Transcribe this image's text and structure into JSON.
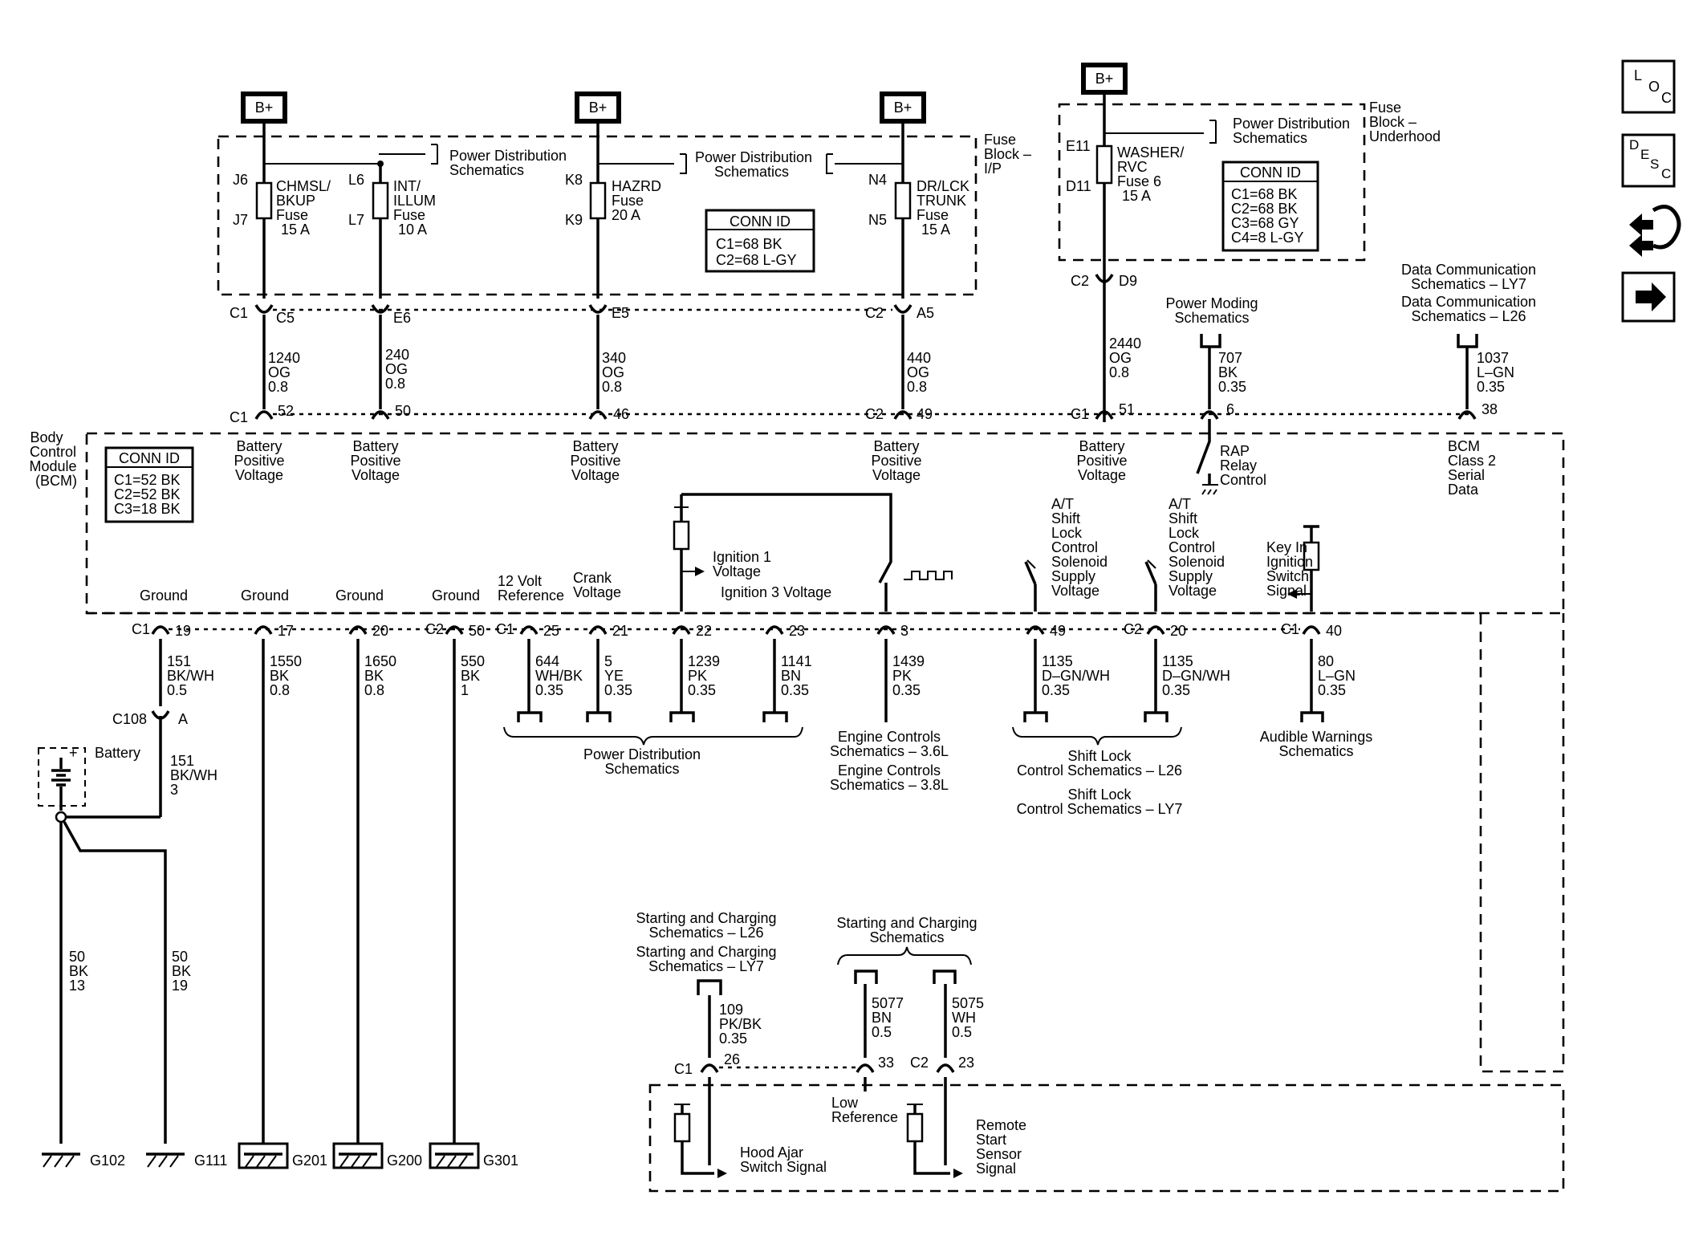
{
  "diagram": {
    "bplus": "B+",
    "fuse_block_ip": [
      "Fuse",
      "Block –",
      "I/P"
    ],
    "fuse_block_uh": [
      "Fuse",
      "Block –",
      "Underhood"
    ],
    "pds": [
      "Power Distribution",
      "Schematics"
    ],
    "conn_id_title": "CONN ID",
    "conn_ip": [
      "C1=68 BK",
      "C2=68 L-GY"
    ],
    "conn_uh": [
      "C1=68 BK",
      "C2=68 BK",
      "C3=68 GY",
      "C4=8 L-GY"
    ],
    "conn_bcm": [
      "C1=52 BK",
      "C2=52 BK",
      "C3=18 BK"
    ],
    "bcm_label": [
      "Body",
      "Control",
      "Module",
      "(BCM)"
    ],
    "fuses": [
      {
        "top": "J6",
        "bot": "J7",
        "name": [
          "CHMSL/",
          "BKUP",
          "Fuse",
          "15 A"
        ]
      },
      {
        "top": "L6",
        "bot": "L7",
        "name": [
          "INT/",
          "ILLUM",
          "Fuse",
          "10 A"
        ]
      },
      {
        "top": "K8",
        "bot": "K9",
        "name": [
          "HAZRD",
          "Fuse",
          "20 A"
        ]
      },
      {
        "top": "N4",
        "bot": "N5",
        "name": [
          "DR/LCK",
          "TRUNK",
          "Fuse",
          "15 A"
        ]
      },
      {
        "top": "E11",
        "bot": "D11",
        "name": [
          "WASHER/",
          "RVC",
          "Fuse 6",
          "15 A"
        ]
      }
    ],
    "fuse_conn": [
      {
        "conn": "C1",
        "pin": "C5"
      },
      {
        "conn": "",
        "pin": "E6"
      },
      {
        "conn": "",
        "pin": "E5"
      },
      {
        "conn": "C2",
        "pin": "A5"
      },
      {
        "conn": "C2",
        "pin": "D9"
      }
    ],
    "supply_wires": [
      [
        "1240",
        "OG",
        "0.8"
      ],
      [
        "240",
        "OG",
        "0.8"
      ],
      [
        "340",
        "OG",
        "0.8"
      ],
      [
        "440",
        "OG",
        "0.8"
      ],
      [
        "2440",
        "OG",
        "0.8"
      ]
    ],
    "bcm_top_pins": [
      {
        "conn": "C1",
        "pin": "52"
      },
      {
        "conn": "",
        "pin": "50"
      },
      {
        "conn": "",
        "pin": "46"
      },
      {
        "conn": "C2",
        "pin": "49"
      },
      {
        "conn": "C1",
        "pin": "51"
      },
      {
        "conn": "",
        "pin": "6"
      },
      {
        "conn": "",
        "pin": "38"
      }
    ],
    "bpv": [
      "Battery",
      "Positive",
      "Voltage"
    ],
    "power_moding": [
      "Power Moding",
      "Schematics"
    ],
    "w707": [
      "707",
      "BK",
      "0.35"
    ],
    "rap": [
      "RAP",
      "Relay",
      "Control"
    ],
    "datacomm": [
      "Data Communication",
      "Schematics – LY7",
      "Data Communication",
      "Schematics – L26"
    ],
    "w1037": [
      "1037",
      "L–GN",
      "0.35"
    ],
    "bcm_class2": [
      "BCM",
      "Class 2",
      "Serial",
      "Data"
    ],
    "ground": "Ground",
    "twelve_volt": [
      "12 Volt",
      "Reference"
    ],
    "crank": [
      "Crank",
      "Voltage"
    ],
    "ign1": [
      "Ignition 1",
      "Voltage"
    ],
    "ign3": "Ignition 3 Voltage",
    "at_shift": [
      "A/T",
      "Shift",
      "Lock",
      "Control",
      "Solenoid",
      "Supply",
      "Voltage"
    ],
    "keyin": [
      "Key In",
      "Ignition",
      "Switch",
      "Signal"
    ],
    "bottom_pins": [
      {
        "conn": "C1",
        "pin": "19"
      },
      {
        "conn": "",
        "pin": "17"
      },
      {
        "conn": "",
        "pin": "20"
      },
      {
        "conn": "C2",
        "pin": "50"
      },
      {
        "conn": "C1",
        "pin": "25"
      },
      {
        "conn": "",
        "pin": "21"
      },
      {
        "conn": "",
        "pin": "22"
      },
      {
        "conn": "",
        "pin": "23"
      },
      {
        "conn": "",
        "pin": "3"
      },
      {
        "conn": "",
        "pin": "49"
      },
      {
        "conn": "C2",
        "pin": "20"
      },
      {
        "conn": "C1",
        "pin": "40"
      }
    ],
    "bottom_wires": [
      [
        "151",
        "BK/WH",
        "0.5"
      ],
      [
        "1550",
        "BK",
        "0.8"
      ],
      [
        "1650",
        "BK",
        "0.8"
      ],
      [
        "550",
        "BK",
        "1"
      ],
      [
        "644",
        "WH/BK",
        "0.35"
      ],
      [
        "5",
        "YE",
        "0.35"
      ],
      [
        "1239",
        "PK",
        "0.35"
      ],
      [
        "1141",
        "BN",
        "0.35"
      ],
      [
        "1439",
        "PK",
        "0.35"
      ],
      [
        "1135",
        "D–GN/WH",
        "0.35"
      ],
      [
        "1135",
        "D–GN/WH",
        "0.35"
      ],
      [
        "80",
        "L–GN",
        "0.35"
      ]
    ],
    "c108": "C108",
    "c108_pin": "A",
    "battery": "Battery",
    "w151b": [
      "151",
      "BK/WH",
      "3"
    ],
    "w50a": [
      "50",
      "BK",
      "13"
    ],
    "w50b": [
      "50",
      "BK",
      "19"
    ],
    "grounds": [
      "G102",
      "G111",
      "G201",
      "G200",
      "G301"
    ],
    "pds_bottom": [
      "Power Distribution",
      "Schematics"
    ],
    "engine": [
      "Engine Controls",
      "Schematics – 3.6L",
      "Engine Controls",
      "Schematics – 3.8L"
    ],
    "shiftlock": [
      "Shift Lock",
      "Control Schematics – L26",
      "Shift Lock",
      "Control Schematics – LY7"
    ],
    "audible": [
      "Audible Warnings",
      "Schematics"
    ],
    "scs_left": [
      "Starting and Charging",
      "Schematics – L26",
      "Starting and Charging",
      "Schematics – LY7"
    ],
    "scs_right": [
      "Starting and Charging",
      "Schematics"
    ],
    "w109": [
      "109",
      "PK/BK",
      "0.35"
    ],
    "w5077": [
      "5077",
      "BN",
      "0.5"
    ],
    "w5075": [
      "5075",
      "WH",
      "0.5"
    ],
    "lower_pins": [
      {
        "conn": "C1",
        "pin": "26"
      },
      {
        "conn": "",
        "pin": "33"
      },
      {
        "conn": "C2",
        "pin": "23"
      }
    ],
    "low_ref": [
      "Low",
      "Reference"
    ],
    "hood_ajar": [
      "Hood Ajar",
      "Switch Signal"
    ],
    "remote_start": [
      "Remote",
      "Start",
      "Sensor",
      "Signal"
    ]
  },
  "nav": {
    "loc": [
      "L",
      "O",
      "C"
    ],
    "desc": [
      "D",
      "E",
      "S",
      "C"
    ]
  }
}
